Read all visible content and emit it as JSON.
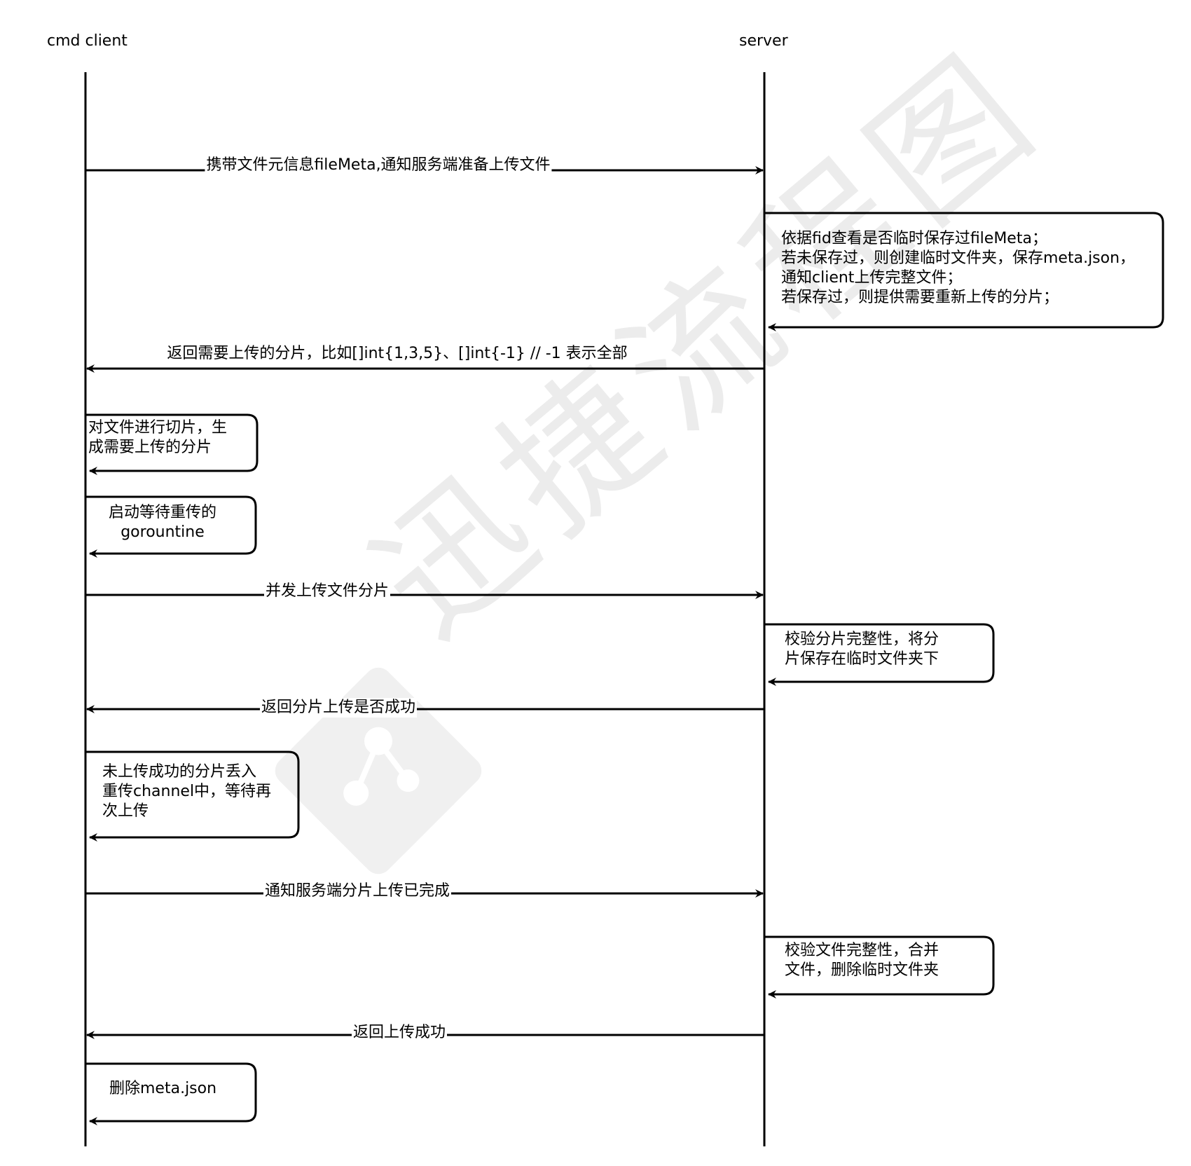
{
  "participants": {
    "client": "cmd client",
    "server": "server"
  },
  "watermark": {
    "text": "迅捷流程图",
    "color": "#ececec"
  },
  "steps": [
    {
      "kind": "message",
      "from": "client",
      "to": "server",
      "label": "携带文件元信息fileMeta,通知服务端准备上传文件"
    },
    {
      "kind": "self",
      "actor": "server",
      "label": "依据fid查看是否临时保存过fileMeta；\n若未保存过，则创建临时文件夹，保存meta.json，\n通知client上传完整文件；\n若保存过，则提供需要重新上传的分片；"
    },
    {
      "kind": "message",
      "from": "server",
      "to": "client",
      "label": "返回需要上传的分片，比如[]int{1,3,5}、[]int{-1} // -1 表示全部"
    },
    {
      "kind": "self",
      "actor": "client",
      "label": "对文件进行切片，生\n成需要上传的分片"
    },
    {
      "kind": "self",
      "actor": "client",
      "label": "启动等待重传的\ngorountine"
    },
    {
      "kind": "message",
      "from": "client",
      "to": "server",
      "label": "并发上传文件分片"
    },
    {
      "kind": "self",
      "actor": "server",
      "label": "校验分片完整性，将分\n片保存在临时文件夹下"
    },
    {
      "kind": "message",
      "from": "server",
      "to": "client",
      "label": "返回分片上传是否成功"
    },
    {
      "kind": "self",
      "actor": "client",
      "label": "未上传成功的分片丢入\n重传channel中，等待再\n次上传"
    },
    {
      "kind": "message",
      "from": "client",
      "to": "server",
      "label": "通知服务端分片上传已完成"
    },
    {
      "kind": "self",
      "actor": "server",
      "label": "校验文件完整性，合并\n文件，删除临时文件夹"
    },
    {
      "kind": "message",
      "from": "server",
      "to": "client",
      "label": "返回上传成功"
    },
    {
      "kind": "self",
      "actor": "client",
      "label": "删除meta.json"
    }
  ]
}
